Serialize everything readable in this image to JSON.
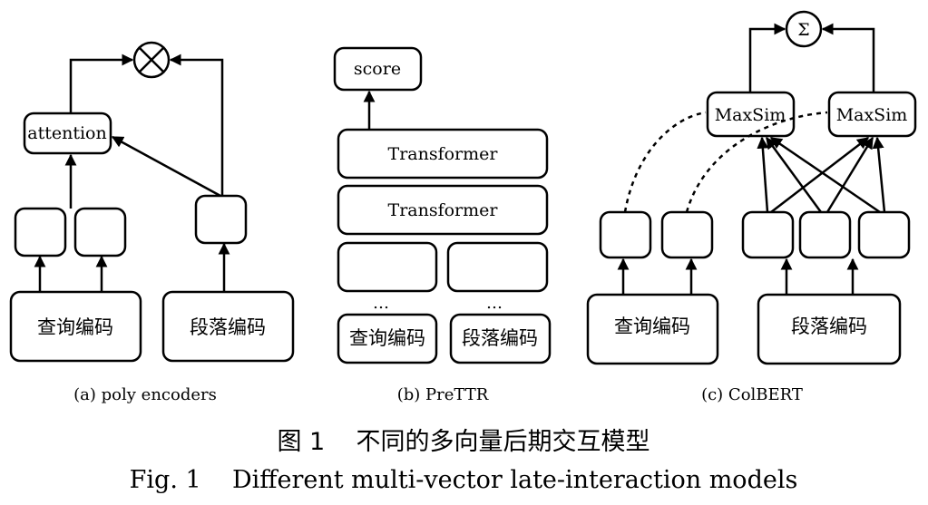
{
  "panel_a": {
    "attention_label": "attention",
    "query_encoder_label": "查询编码",
    "passage_encoder_label": "段落编码",
    "caption": "(a) poly encoders"
  },
  "panel_b": {
    "score_label": "score",
    "transformer_top_label": "Transformer",
    "transformer_bottom_label": "Transformer",
    "ellipsis_left": "…",
    "ellipsis_right": "…",
    "query_encoder_label": "查询编码",
    "passage_encoder_label": "段落编码",
    "caption": "(b) PreTTR"
  },
  "panel_c": {
    "sum_symbol": "Σ",
    "maxsim_left_label": "MaxSim",
    "maxsim_right_label": "MaxSim",
    "query_encoder_label": "查询编码",
    "passage_encoder_label": "段落编码",
    "caption": "(c) ColBERT"
  },
  "figure_caption": {
    "cn": "图 1    不同的多向量后期交互模型",
    "en": "Fig. 1    Different multi-vector late-interaction models"
  }
}
